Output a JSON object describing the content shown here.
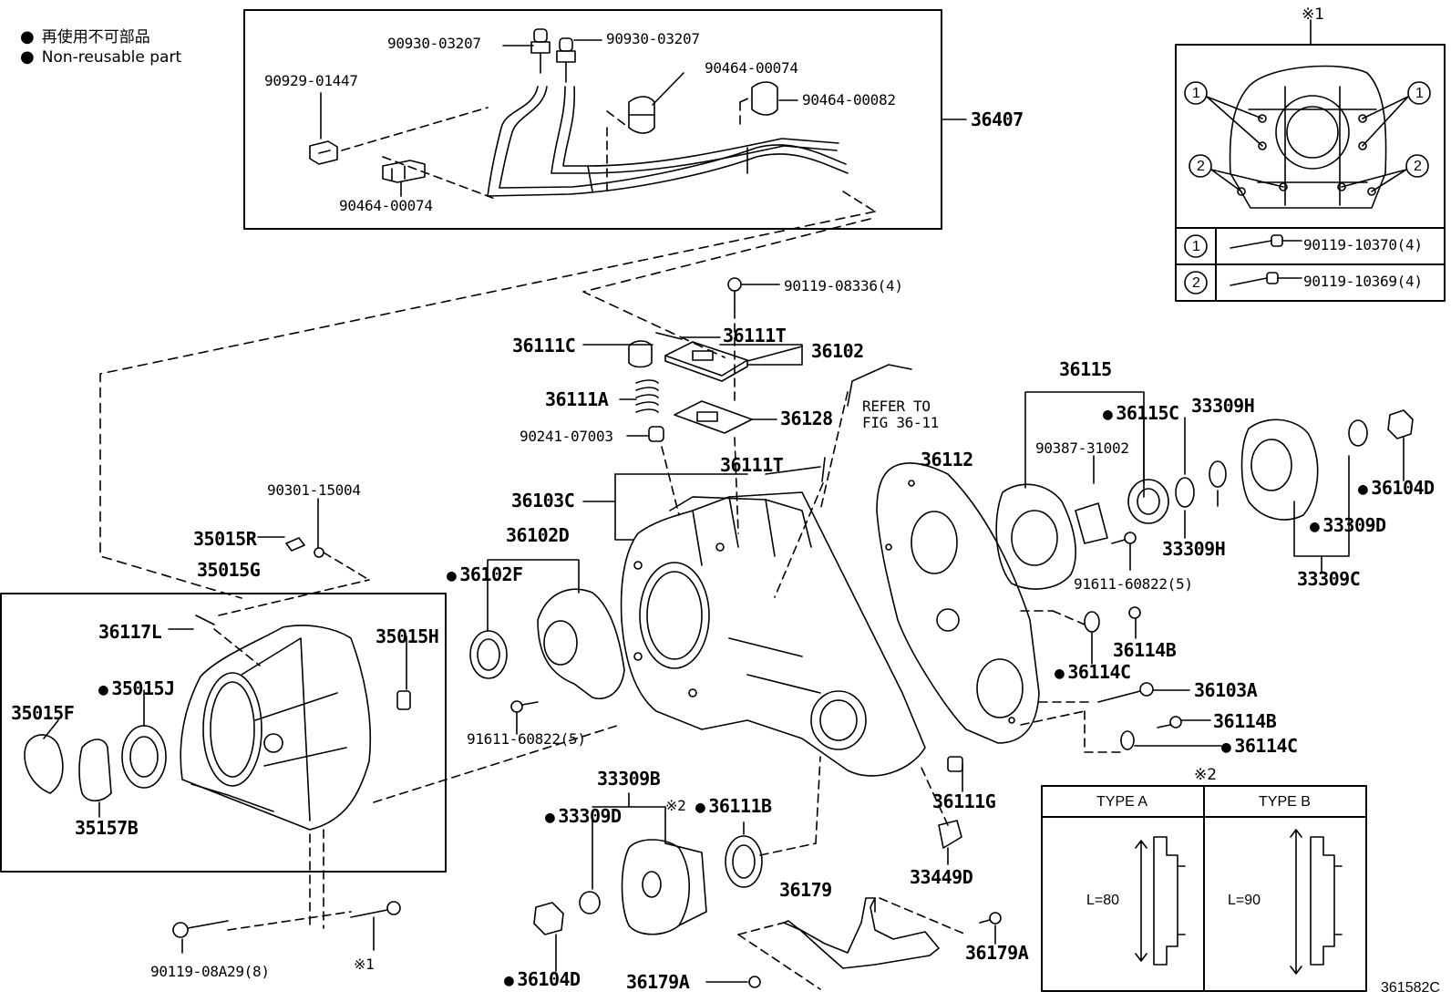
{
  "legend": {
    "bullet": "●",
    "line1": "再使用不可部品",
    "line2": "Non-reusable part"
  },
  "callouts": {
    "p90930_03207_a": "90930-03207",
    "p90930_03207_b": "90930-03207",
    "p90929_01447": "90929-01447",
    "p90464_00074_a": "90464-00074",
    "p90464_00082": "90464-00082",
    "p90464_00074_b": "90464-00074",
    "p36407": "36407",
    "p90119_08336": "90119-08336(4)",
    "p36111C": "36111C",
    "p36111T_a": "36111T",
    "p36102": "36102",
    "p36111A": "36111A",
    "p36128": "36128",
    "p90241_07003": "90241-07003",
    "p36111T_b": "36111T",
    "refer_line1": "REFER TO",
    "refer_line2": "FIG 36-11",
    "p36103C": "36103C",
    "p36102D": "36102D",
    "p36102F": "36102F",
    "p91611_60822_a": "91611-60822(5)",
    "p36112": "36112",
    "p36115": "36115",
    "p36115C": "36115C",
    "p33309H_a": "33309H",
    "p90387_31002": "90387-31002",
    "p33309H_b": "33309H",
    "p91611_60822_b": "91611-60822(5)",
    "p36104D_a": "36104D",
    "p33309D_a": "33309D",
    "p33309C": "33309C",
    "p36114B_a": "36114B",
    "p36114C_a": "36114C",
    "p36103A": "36103A",
    "p36114B_b": "36114B",
    "p36114C_b": "36114C",
    "p90301_15004": "90301-15004",
    "p35015R": "35015R",
    "p35015G": "35015G",
    "p36117L": "36117L",
    "p35015H": "35015H",
    "p35015J": "35015J",
    "p35015F": "35015F",
    "p35157B": "35157B",
    "p33309B": "33309B",
    "p33309D_b": "33309D",
    "p36111B": "36111B",
    "ref2_mark": "※2",
    "p36111G": "36111G",
    "p33449D": "33449D",
    "p36179": "36179",
    "p36179A_a": "36179A",
    "p36179A_b": "36179A",
    "p36104D_b": "36104D",
    "p90119_08A29": "90119-08A29(8)",
    "ref1_mark": "※1"
  },
  "inset1": {
    "mark": "※1",
    "circle1": "1",
    "circle2": "2",
    "row1_num": "1",
    "row1_part": "90119-10370(4)",
    "row2_num": "2",
    "row2_part": "90119-10369(4)"
  },
  "inset2": {
    "mark": "※2",
    "type_a": "TYPE A",
    "type_b": "TYPE B",
    "len_a": "L=80",
    "len_b": "L=90"
  },
  "figure_id": "361582C"
}
